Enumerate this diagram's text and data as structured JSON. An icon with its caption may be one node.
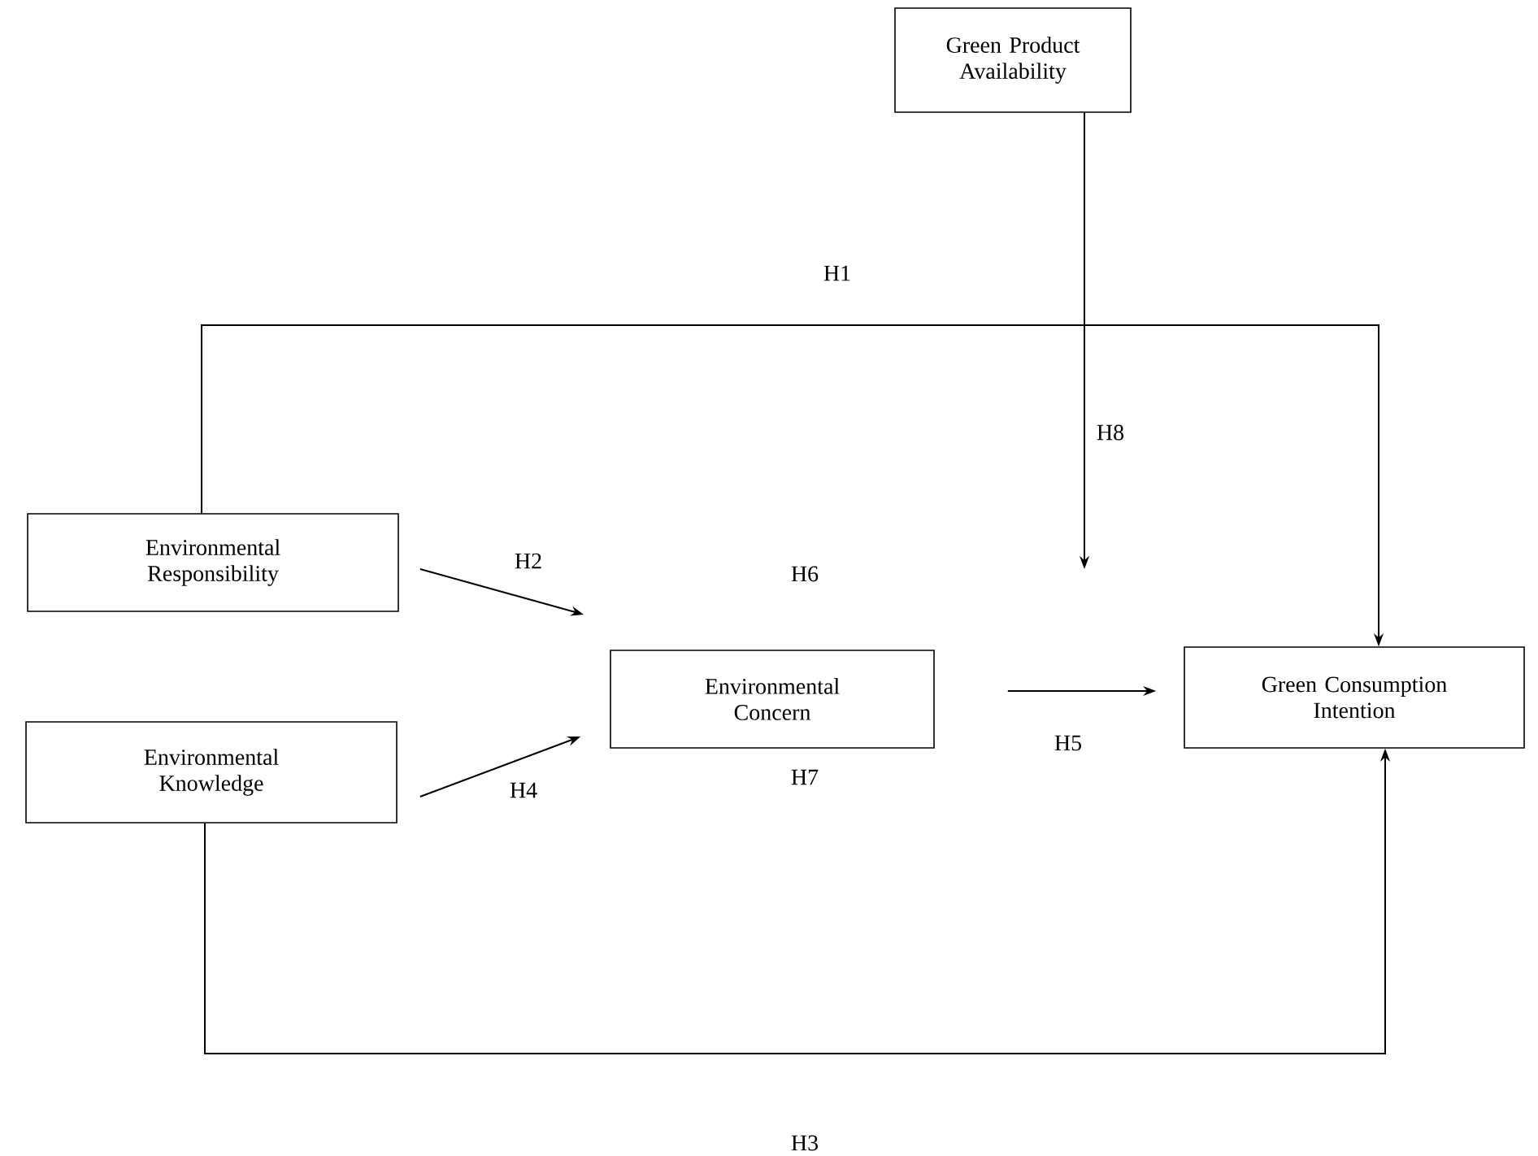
{
  "diagram": {
    "nodes": [
      {
        "text": [
          "Green Product Availability"
        ]
      },
      {
        "text": [
          "Environmental Responsibility"
        ]
      },
      {
        "text": [
          "Environmental Concern"
        ]
      },
      {
        "text": [
          "Green Consumption Intention"
        ]
      },
      {
        "text": [
          "Environmental Knowledge"
        ]
      }
    ],
    "edges": [
      {
        "from": 1,
        "to": 3,
        "arrow": "to",
        "label": "H1"
      },
      {
        "from": 1,
        "to": 2,
        "arrow": "to",
        "label": "H2"
      },
      {
        "from": 4,
        "to": 2,
        "arrow": "to",
        "label": "H4"
      },
      {
        "from": 2,
        "to": 3,
        "arrow": "to",
        "label": "H5"
      },
      {
        "from": 4,
        "to": 3,
        "arrow": "to",
        "label": "H3"
      },
      {
        "from": 0,
        "to": null,
        "arrow": "to",
        "label": "H8"
      }
    ],
    "labels": [
      "H6",
      "H7"
    ]
  }
}
